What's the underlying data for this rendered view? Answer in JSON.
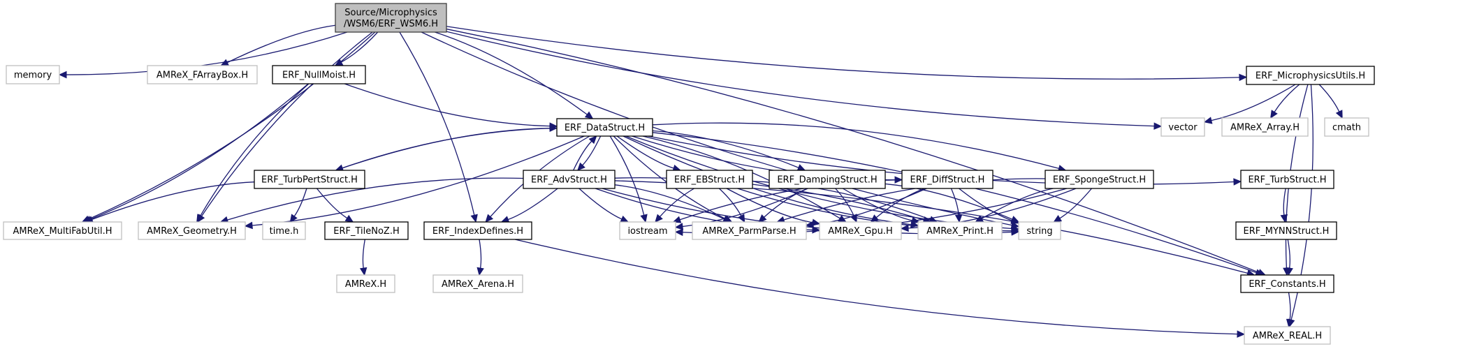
{
  "title": "Include dependency graph for ERF_WSM6.H",
  "colors": {
    "edge": "#191970",
    "root_fill": "#bfbfbf",
    "local_border": "#000000",
    "system_border": "#bfbfbf"
  },
  "root": {
    "id": "root",
    "lines": [
      "Source/Microphysics",
      "/WSM6/ERF_WSM6.H"
    ]
  },
  "nodes": [
    {
      "id": "memory",
      "label": "memory",
      "kind": "system"
    },
    {
      "id": "farraybox",
      "label": "AMReX_FArrayBox.H",
      "kind": "system"
    },
    {
      "id": "nullmoist",
      "label": "ERF_NullMoist.H",
      "kind": "local"
    },
    {
      "id": "microutils",
      "label": "ERF_MicrophysicsUtils.H",
      "kind": "local"
    },
    {
      "id": "datastruct",
      "label": "ERF_DataStruct.H",
      "kind": "local"
    },
    {
      "id": "vector",
      "label": "vector",
      "kind": "system"
    },
    {
      "id": "array",
      "label": "AMReX_Array.H",
      "kind": "system"
    },
    {
      "id": "cmath",
      "label": "cmath",
      "kind": "system"
    },
    {
      "id": "turbpert",
      "label": "ERF_TurbPertStruct.H",
      "kind": "local"
    },
    {
      "id": "adv",
      "label": "ERF_AdvStruct.H",
      "kind": "local"
    },
    {
      "id": "eb",
      "label": "ERF_EBStruct.H",
      "kind": "local"
    },
    {
      "id": "damping",
      "label": "ERF_DampingStruct.H",
      "kind": "local"
    },
    {
      "id": "diff",
      "label": "ERF_DiffStruct.H",
      "kind": "local"
    },
    {
      "id": "sponge",
      "label": "ERF_SpongeStruct.H",
      "kind": "local"
    },
    {
      "id": "turb",
      "label": "ERF_TurbStruct.H",
      "kind": "local"
    },
    {
      "id": "multifabutil",
      "label": "AMReX_MultiFabUtil.H",
      "kind": "system"
    },
    {
      "id": "geometry",
      "label": "AMReX_Geometry.H",
      "kind": "system"
    },
    {
      "id": "timeh",
      "label": "time.h",
      "kind": "system"
    },
    {
      "id": "tilenoz",
      "label": "ERF_TileNoZ.H",
      "kind": "local"
    },
    {
      "id": "indexdefines",
      "label": "ERF_IndexDefines.H",
      "kind": "local"
    },
    {
      "id": "iostream",
      "label": "iostream",
      "kind": "system"
    },
    {
      "id": "parmparse",
      "label": "AMReX_ParmParse.H",
      "kind": "system"
    },
    {
      "id": "gpu",
      "label": "AMReX_Gpu.H",
      "kind": "system"
    },
    {
      "id": "print",
      "label": "AMReX_Print.H",
      "kind": "system"
    },
    {
      "id": "string",
      "label": "string",
      "kind": "system"
    },
    {
      "id": "mynn",
      "label": "ERF_MYNNStruct.H",
      "kind": "local"
    },
    {
      "id": "amrex",
      "label": "AMReX.H",
      "kind": "system"
    },
    {
      "id": "arena",
      "label": "AMReX_Arena.H",
      "kind": "system"
    },
    {
      "id": "constants",
      "label": "ERF_Constants.H",
      "kind": "local"
    },
    {
      "id": "real",
      "label": "AMReX_REAL.H",
      "kind": "system"
    }
  ],
  "edges": [
    [
      "root",
      "memory"
    ],
    [
      "root",
      "farraybox"
    ],
    [
      "root",
      "nullmoist"
    ],
    [
      "root",
      "microutils"
    ],
    [
      "root",
      "datastruct"
    ],
    [
      "root",
      "vector"
    ],
    [
      "root",
      "multifabutil"
    ],
    [
      "root",
      "geometry"
    ],
    [
      "root",
      "indexdefines"
    ],
    [
      "root",
      "string"
    ],
    [
      "root",
      "constants"
    ],
    [
      "nullmoist",
      "datastruct"
    ],
    [
      "nullmoist",
      "multifabutil"
    ],
    [
      "nullmoist",
      "geometry"
    ],
    [
      "microutils",
      "vector"
    ],
    [
      "microutils",
      "array"
    ],
    [
      "microutils",
      "cmath"
    ],
    [
      "microutils",
      "constants"
    ],
    [
      "microutils",
      "real"
    ],
    [
      "datastruct",
      "turbpert"
    ],
    [
      "datastruct",
      "adv"
    ],
    [
      "datastruct",
      "eb"
    ],
    [
      "datastruct",
      "damping"
    ],
    [
      "datastruct",
      "diff"
    ],
    [
      "datastruct",
      "sponge"
    ],
    [
      "datastruct",
      "turb"
    ],
    [
      "datastruct",
      "geometry"
    ],
    [
      "datastruct",
      "indexdefines"
    ],
    [
      "datastruct",
      "iostream"
    ],
    [
      "datastruct",
      "parmparse"
    ],
    [
      "datastruct",
      "gpu"
    ],
    [
      "datastruct",
      "string"
    ],
    [
      "datastruct",
      "constants"
    ],
    [
      "datastruct",
      "print"
    ],
    [
      "turbpert",
      "datastruct"
    ],
    [
      "turbpert",
      "multifabutil"
    ],
    [
      "turbpert",
      "timeh"
    ],
    [
      "turbpert",
      "tilenoz"
    ],
    [
      "adv",
      "datastruct"
    ],
    [
      "adv",
      "geometry"
    ],
    [
      "adv",
      "indexdefines"
    ],
    [
      "adv",
      "iostream"
    ],
    [
      "adv",
      "parmparse"
    ],
    [
      "adv",
      "gpu"
    ],
    [
      "adv",
      "print"
    ],
    [
      "adv",
      "string"
    ],
    [
      "adv",
      "constants"
    ],
    [
      "eb",
      "iostream"
    ],
    [
      "eb",
      "parmparse"
    ],
    [
      "eb",
      "gpu"
    ],
    [
      "eb",
      "print"
    ],
    [
      "eb",
      "string"
    ],
    [
      "damping",
      "iostream"
    ],
    [
      "damping",
      "parmparse"
    ],
    [
      "damping",
      "gpu"
    ],
    [
      "damping",
      "print"
    ],
    [
      "damping",
      "string"
    ],
    [
      "diff",
      "iostream"
    ],
    [
      "diff",
      "parmparse"
    ],
    [
      "diff",
      "gpu"
    ],
    [
      "diff",
      "print"
    ],
    [
      "diff",
      "string"
    ],
    [
      "sponge",
      "iostream"
    ],
    [
      "sponge",
      "parmparse"
    ],
    [
      "sponge",
      "gpu"
    ],
    [
      "sponge",
      "print"
    ],
    [
      "sponge",
      "string"
    ],
    [
      "turb",
      "mynn"
    ],
    [
      "mynn",
      "constants"
    ],
    [
      "tilenoz",
      "amrex"
    ],
    [
      "indexdefines",
      "arena"
    ],
    [
      "indexdefines",
      "real"
    ],
    [
      "constants",
      "real"
    ]
  ]
}
